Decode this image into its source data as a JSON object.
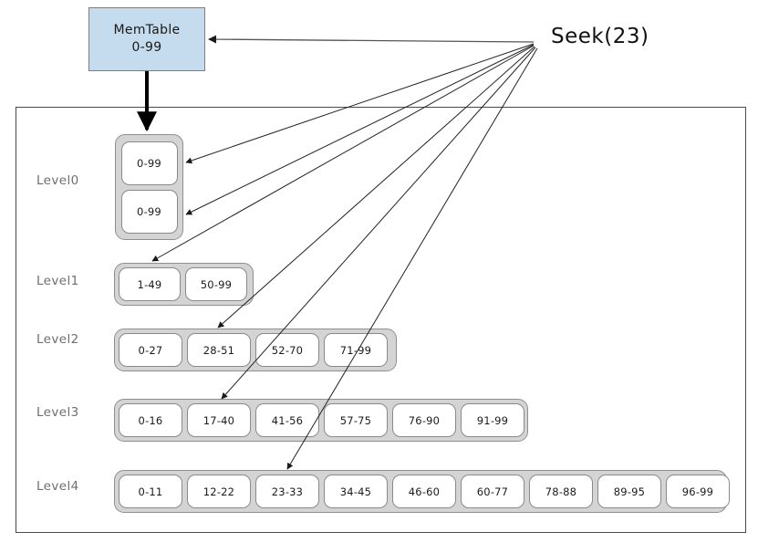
{
  "diagram": {
    "title_label": "Seek(23)",
    "memtable": {
      "name": "MemTable",
      "range": "0-99"
    },
    "levels": [
      {
        "label": "Level0",
        "orientation": "vertical",
        "cells": [
          {
            "range": "0-99"
          },
          {
            "range": "0-99"
          }
        ]
      },
      {
        "label": "Level1",
        "orientation": "horizontal",
        "cells": [
          {
            "range": "1-49"
          },
          {
            "range": "50-99"
          }
        ]
      },
      {
        "label": "Level2",
        "orientation": "horizontal",
        "cells": [
          {
            "range": "0-27"
          },
          {
            "range": "28-51"
          },
          {
            "range": "52-70"
          },
          {
            "range": "71-99"
          }
        ]
      },
      {
        "label": "Level3",
        "orientation": "horizontal",
        "cells": [
          {
            "range": "0-16"
          },
          {
            "range": "17-40"
          },
          {
            "range": "41-56"
          },
          {
            "range": "57-75"
          },
          {
            "range": "76-90"
          },
          {
            "range": "91-99"
          }
        ]
      },
      {
        "label": "Level4",
        "orientation": "horizontal",
        "cells": [
          {
            "range": "0-11"
          },
          {
            "range": "12-22"
          },
          {
            "range": "23-33"
          },
          {
            "range": "34-45"
          },
          {
            "range": "46-60"
          },
          {
            "range": "60-77"
          },
          {
            "range": "78-88"
          },
          {
            "range": "89-95"
          },
          {
            "range": "96-99"
          }
        ]
      }
    ],
    "seek_targets": [
      "memtable",
      "level0-cell-0",
      "level0-cell-1",
      "level1-cell-0",
      "level2-cell-1",
      "level3-cell-1",
      "level4-cell-2"
    ],
    "colors": {
      "memtable_fill": "#c5dcee",
      "memtable_border": "#7d7d7d",
      "level_container_fill": "#d4d4d4",
      "level_container_border": "#8f8f8f",
      "sst_fill": "#ffffff",
      "sst_border": "#8a8a8a",
      "frame_border": "#4a4a4a",
      "label_text": "#6f6f6f",
      "arrow": "#1a1a1a"
    }
  }
}
